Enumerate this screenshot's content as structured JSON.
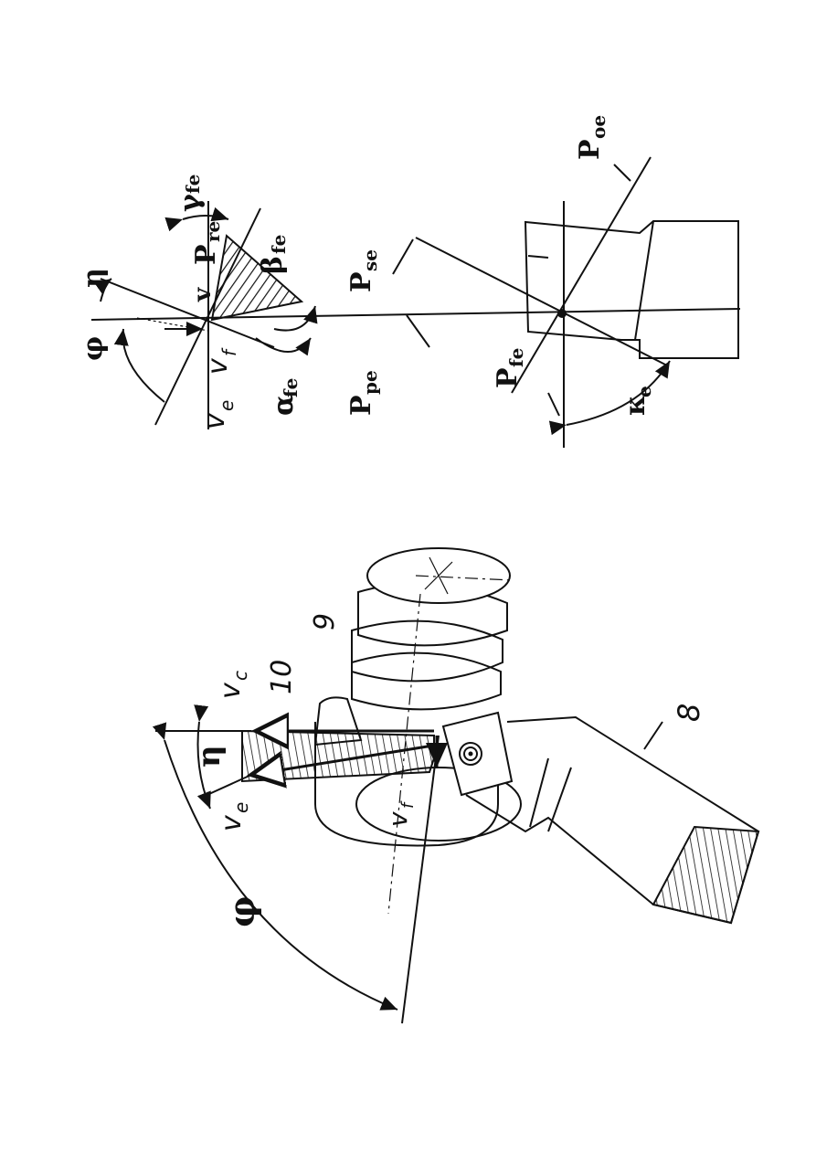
{
  "upper_figure": {
    "labels": {
      "phi": "φ",
      "eta": "η",
      "v": "v",
      "p_re": "P",
      "p_re_sub": "re",
      "gamma_fe": "γ",
      "gamma_fe_sub": "fe",
      "beta_fe": "β",
      "beta_fe_sub": "fe",
      "v_e": "v",
      "v_e_sub": "e",
      "v_f": "v",
      "v_f_sub": "f",
      "alpha_fe": "α",
      "alpha_fe_sub": "fe",
      "p_pe": "P",
      "p_pe_sub": "pe",
      "p_se": "P",
      "p_se_sub": "se",
      "p_fe": "P",
      "p_fe_sub": "fe",
      "kappa_e": "κ",
      "kappa_e_sub": "e",
      "p_oe": "P",
      "p_oe_sub": "oe"
    }
  },
  "lower_figure": {
    "labels": {
      "phi": "φ",
      "eta": "η",
      "v_c": "v",
      "v_c_sub": "c",
      "v_e": "v",
      "v_e_sub": "e",
      "v_f": "v",
      "v_f_sub": "f",
      "part_10": "10",
      "part_9": "9",
      "part_8": "8"
    }
  }
}
